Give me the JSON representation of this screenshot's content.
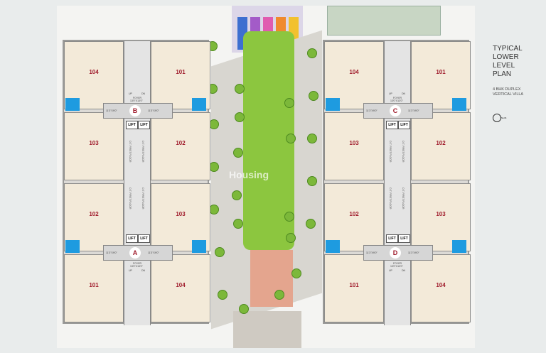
{
  "title": [
    "TYPICAL",
    "LOWER",
    "LEVEL",
    "PLAN"
  ],
  "subtitle": [
    "4 BHK DUPLEX",
    "VERTICAL VILLA"
  ],
  "north_label": "North",
  "watermark": "Housing",
  "lift_label": "LIFT",
  "foyer_label": "FOYER",
  "foyer_dims": "13'0\"X13'0\"",
  "lobby_dims": "11'3\"X9'0\"",
  "up_label": "UP",
  "dn_label": "DN",
  "ot_label": "O.T. FIRST FLOOR",
  "blocks": [
    {
      "id": "B",
      "units": [
        "104",
        "101",
        "103",
        "102"
      ]
    },
    {
      "id": "A",
      "units": [
        "102",
        "103",
        "101",
        "104"
      ]
    },
    {
      "id": "C",
      "units": [
        "104",
        "101",
        "103",
        "102"
      ]
    },
    {
      "id": "D",
      "units": [
        "102",
        "103",
        "101",
        "104"
      ]
    }
  ],
  "colors": {
    "unit_label": "#a01c2c",
    "lawn": "#8cc63f",
    "pool": "#1e9be0"
  }
}
